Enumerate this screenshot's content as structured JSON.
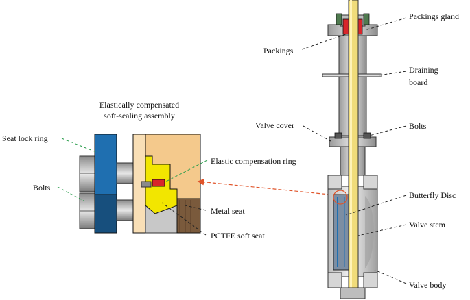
{
  "detail": {
    "title_line1": "Elastically compensated",
    "title_line2": "soft-sealing assembly",
    "labels": {
      "seat_lock_ring": "Seat lock ring",
      "bolts": "Bolts",
      "elastic_ring": "Elastic compensation ring",
      "metal_seat": "Metal seat",
      "pctfe_seat": "PCTFE soft seat"
    }
  },
  "valve": {
    "labels": {
      "packings_gland": "Packings gland",
      "packings": "Packings",
      "draining_board_1": "Draining",
      "draining_board_2": "board",
      "valve_cover": "Valve cover",
      "bolts": "Bolts",
      "butterfly_disc": "Butterfly Disc",
      "valve_stem": "Valve stem",
      "valve_body": "Valve body"
    }
  },
  "colors": {
    "blue": "#1f6fb0",
    "blue_dark": "#174f7d",
    "yellow": "#f2e600",
    "tan": "#f4c98c",
    "stem": "#f0dc7a",
    "leader_green": "#2e9e4f",
    "leader_black": "#222222",
    "arrow_orange": "#e0542a",
    "steel": "#c8c8c8",
    "steel_dark": "#6e6e6e"
  }
}
